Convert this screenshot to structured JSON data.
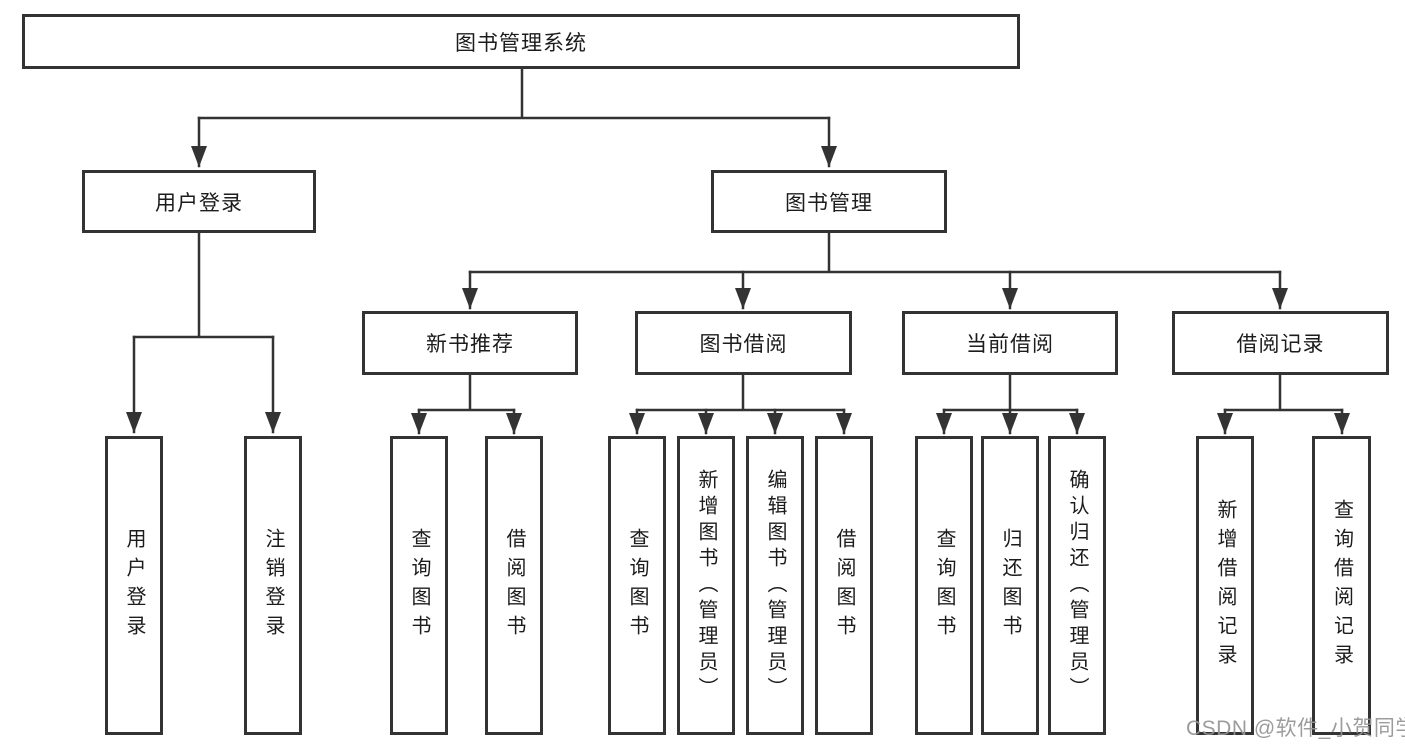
{
  "diagram_title": "图书管理系统",
  "nodes": {
    "root": "图书管理系统",
    "level2": {
      "user_login": "用户登录",
      "book_management": "图书管理"
    },
    "level3": {
      "new_book_recommend": "新书推荐",
      "book_borrow": "图书借阅",
      "current_borrow": "当前借阅",
      "borrow_records": "借阅记录"
    },
    "leaves": {
      "user_login": "用户登录",
      "logout": "注销登录",
      "rec_query_books": "查询图书",
      "rec_borrow_books": "借阅图书",
      "bb_query_books": "查询图书",
      "bb_add_books": "新增图书（管理员）",
      "bb_edit_books": "编辑图书（管理员）",
      "bb_borrow_books": "借阅图书",
      "cb_query_books": "查询图书",
      "cb_return_books": "归还图书",
      "cb_confirm_return": "确认归还（管理员）",
      "br_add_record": "新增借阅记录",
      "br_query_record": "查询借阅记录"
    }
  },
  "hierarchy": {
    "图书管理系统": [
      "用户登录",
      "图书管理"
    ],
    "用户登录": [
      "用户登录",
      "注销登录"
    ],
    "图书管理": [
      "新书推荐",
      "图书借阅",
      "当前借阅",
      "借阅记录"
    ],
    "新书推荐": [
      "查询图书",
      "借阅图书"
    ],
    "图书借阅": [
      "查询图书",
      "新增图书（管理员）",
      "编辑图书（管理员）",
      "借阅图书"
    ],
    "当前借阅": [
      "查询图书",
      "归还图书",
      "确认归还（管理员）"
    ],
    "借阅记录": [
      "新增借阅记录",
      "查询借阅记录"
    ]
  },
  "watermark": {
    "text": "CSDN @软件_小贺同学",
    "color": "#949494"
  },
  "colors": {
    "line": "#333333",
    "box_border": "#333333",
    "text": "#1c1c1c",
    "background": "#ffffff"
  }
}
